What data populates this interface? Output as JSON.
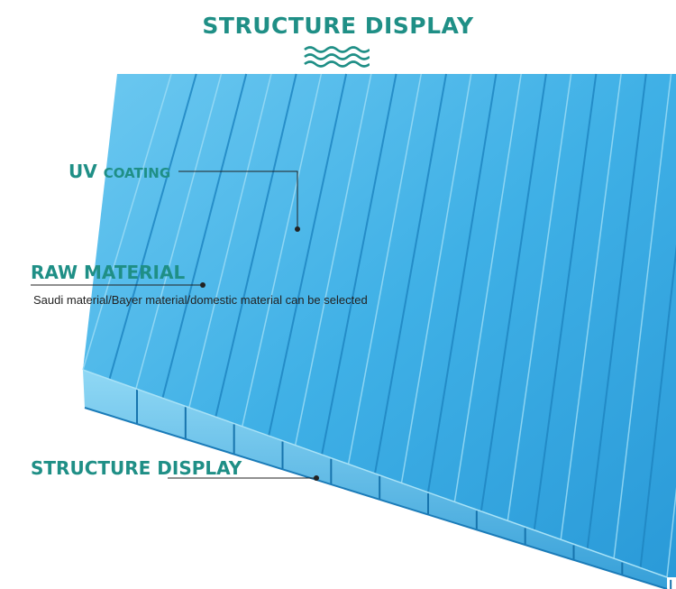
{
  "header": {
    "title": "STRUCTURE DISPLAY"
  },
  "callouts": {
    "uv_main": "UV",
    "uv_small": "COATING",
    "raw_material": "RAW MATERIAL",
    "raw_material_note": "Saudi material/Bayer material/domestic material can be selected",
    "structure": "STRUCTURE DISPLAY"
  },
  "colors": {
    "accent": "#1f8f86",
    "sheet": "#3fb0e6",
    "sheet_dark": "#1e86c4",
    "sheet_light": "#7fd0f2"
  },
  "icons": {
    "wave": "wave-icon"
  }
}
